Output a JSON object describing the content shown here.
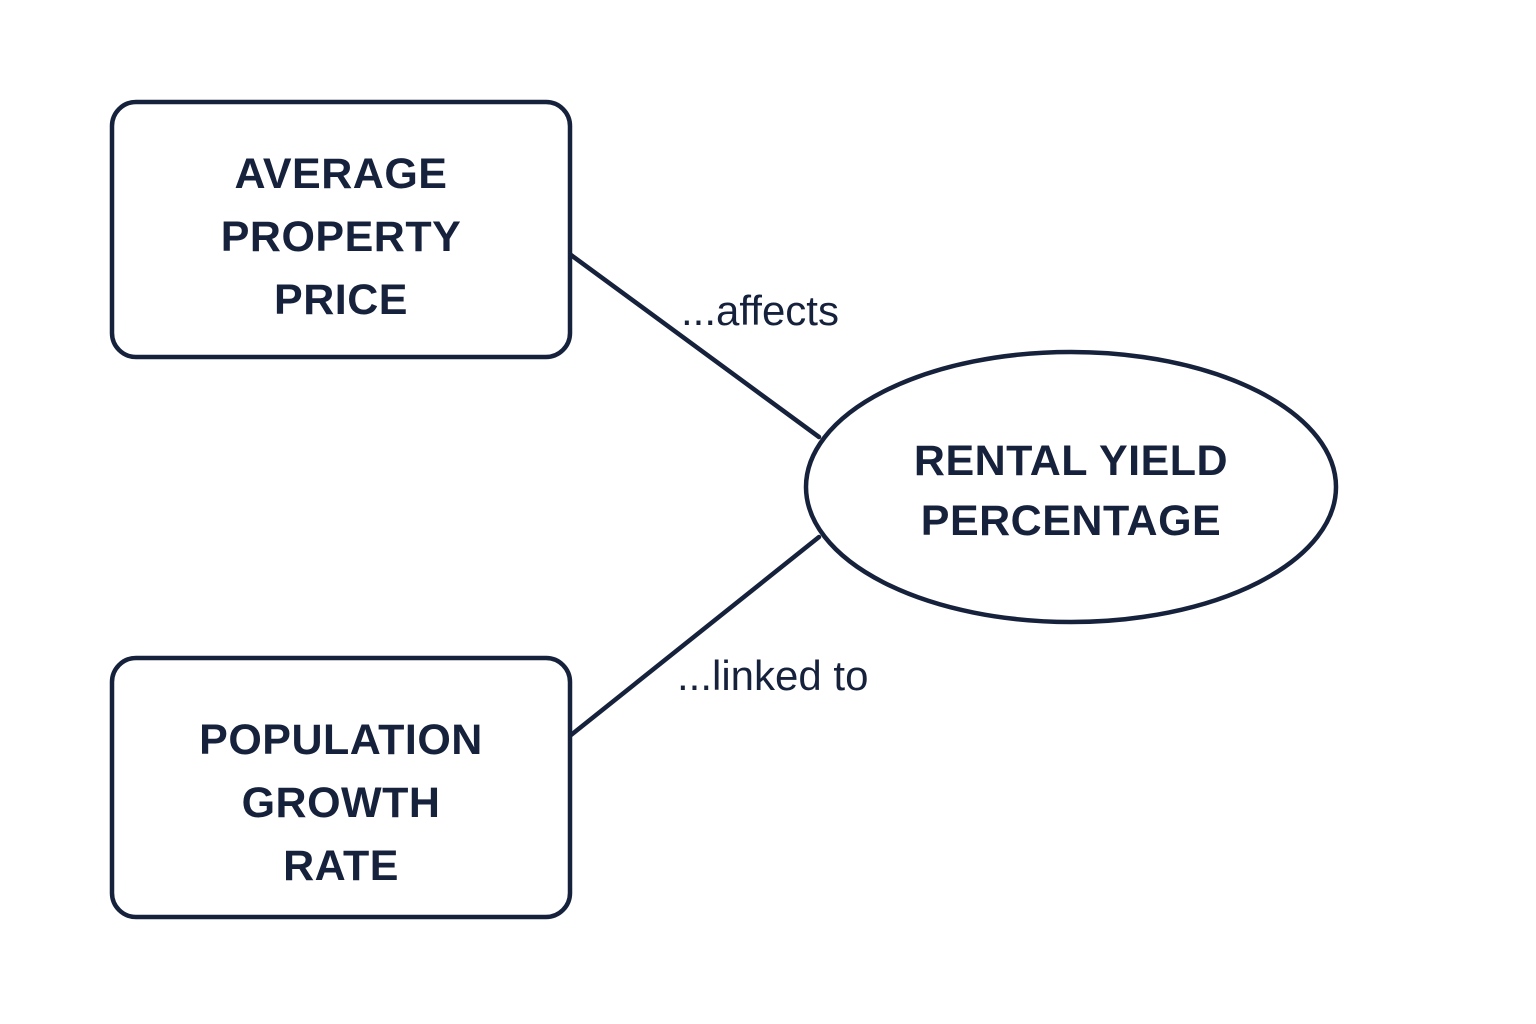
{
  "diagram": {
    "type": "concept-map",
    "background_color": "#ffffff",
    "stroke_color": "#16213c",
    "text_color": "#16213c",
    "nodes": [
      {
        "id": "average-property-price",
        "shape": "rounded-rectangle",
        "lines": [
          "AVERAGE",
          "PROPERTY",
          "PRICE"
        ],
        "text": "AVERAGE PROPERTY PRICE"
      },
      {
        "id": "population-growth-rate",
        "shape": "rounded-rectangle",
        "lines": [
          "POPULATION",
          "GROWTH",
          "RATE"
        ],
        "text": "POPULATION GROWTH RATE"
      },
      {
        "id": "rental-yield-percentage",
        "shape": "ellipse",
        "lines": [
          "RENTAL YIELD",
          "PERCENTAGE"
        ],
        "text": "RENTAL YIELD PERCENTAGE"
      }
    ],
    "edges": [
      {
        "id": "edge-affects",
        "from": "average-property-price",
        "to": "rental-yield-percentage",
        "label": "...affects"
      },
      {
        "id": "edge-linked-to",
        "from": "population-growth-rate",
        "to": "rental-yield-percentage",
        "label": "...linked to"
      }
    ]
  }
}
